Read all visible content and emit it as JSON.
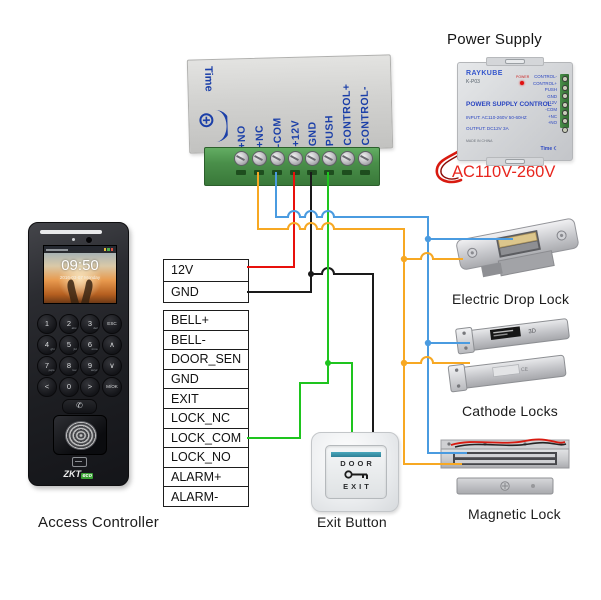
{
  "board": {
    "time_label": "Time",
    "terminals": [
      "+NO",
      "+NC",
      "-COM",
      "+12V",
      "GND",
      "PUSH",
      "CONTROL+",
      "CONTROL-"
    ]
  },
  "psu": {
    "title": "Power Supply",
    "brand": "RAYKUBE",
    "model": "K-P03",
    "power_led": "POWER",
    "panel_title": "POWER SUPPLY CONTROL",
    "input": "INPUT: AC110-260V 50-60HZ",
    "output": "OUTPUT: DC12V  3A",
    "made_in": "MADE IN CHINA",
    "terminals": [
      "CONTROL-",
      "CONTROL+",
      "PUSH",
      "GND",
      "+12V",
      "-COM",
      "+NC",
      "+NO"
    ],
    "time_label": "Time",
    "voltage": "AC110V-260V"
  },
  "controller": {
    "caption": "Access Controller",
    "screen": {
      "time": "09:50",
      "date": "2016-03-07  Monday"
    },
    "keypad": [
      {
        "main": "1",
        "sub": ""
      },
      {
        "main": "2",
        "sub": "abc"
      },
      {
        "main": "3",
        "sub": "def"
      },
      {
        "main": "ESC",
        "sub": ""
      },
      {
        "main": "4",
        "sub": "ghi"
      },
      {
        "main": "5",
        "sub": "jkl"
      },
      {
        "main": "6",
        "sub": "mno"
      },
      {
        "main": "∧",
        "sub": ""
      },
      {
        "main": "7",
        "sub": "pqrs"
      },
      {
        "main": "8",
        "sub": "tuv"
      },
      {
        "main": "9",
        "sub": "wxyz"
      },
      {
        "main": "∨",
        "sub": ""
      },
      {
        "main": "<",
        "sub": ""
      },
      {
        "main": "0",
        "sub": ""
      },
      {
        "main": ">",
        "sub": ""
      },
      {
        "main": "M/OK",
        "sub": ""
      }
    ],
    "call_glyph": "✆",
    "brand": {
      "part1": "ZKT",
      "part2": "eco"
    }
  },
  "power_ports": [
    "12V",
    "GND"
  ],
  "io_ports": [
    "BELL+",
    "BELL-",
    "DOOR_SEN",
    "GND",
    "EXIT",
    "LOCK_NC",
    "LOCK_COM",
    "LOCK_NO",
    "ALARM+",
    "ALARM-"
  ],
  "exit_button": {
    "line1": "DOOR",
    "line2": "EXIT",
    "caption": "Exit Button"
  },
  "locks": {
    "drop_caption": "Electric Drop Lock",
    "cathode_caption": "Cathode Locks",
    "magnetic_caption": "Magnetic Lock"
  },
  "wire_colors": {
    "red": "#e8100c",
    "black": "#1a1a1a",
    "green": "#1ec41e",
    "blue": "#4a9be0",
    "orange": "#f7a823"
  }
}
